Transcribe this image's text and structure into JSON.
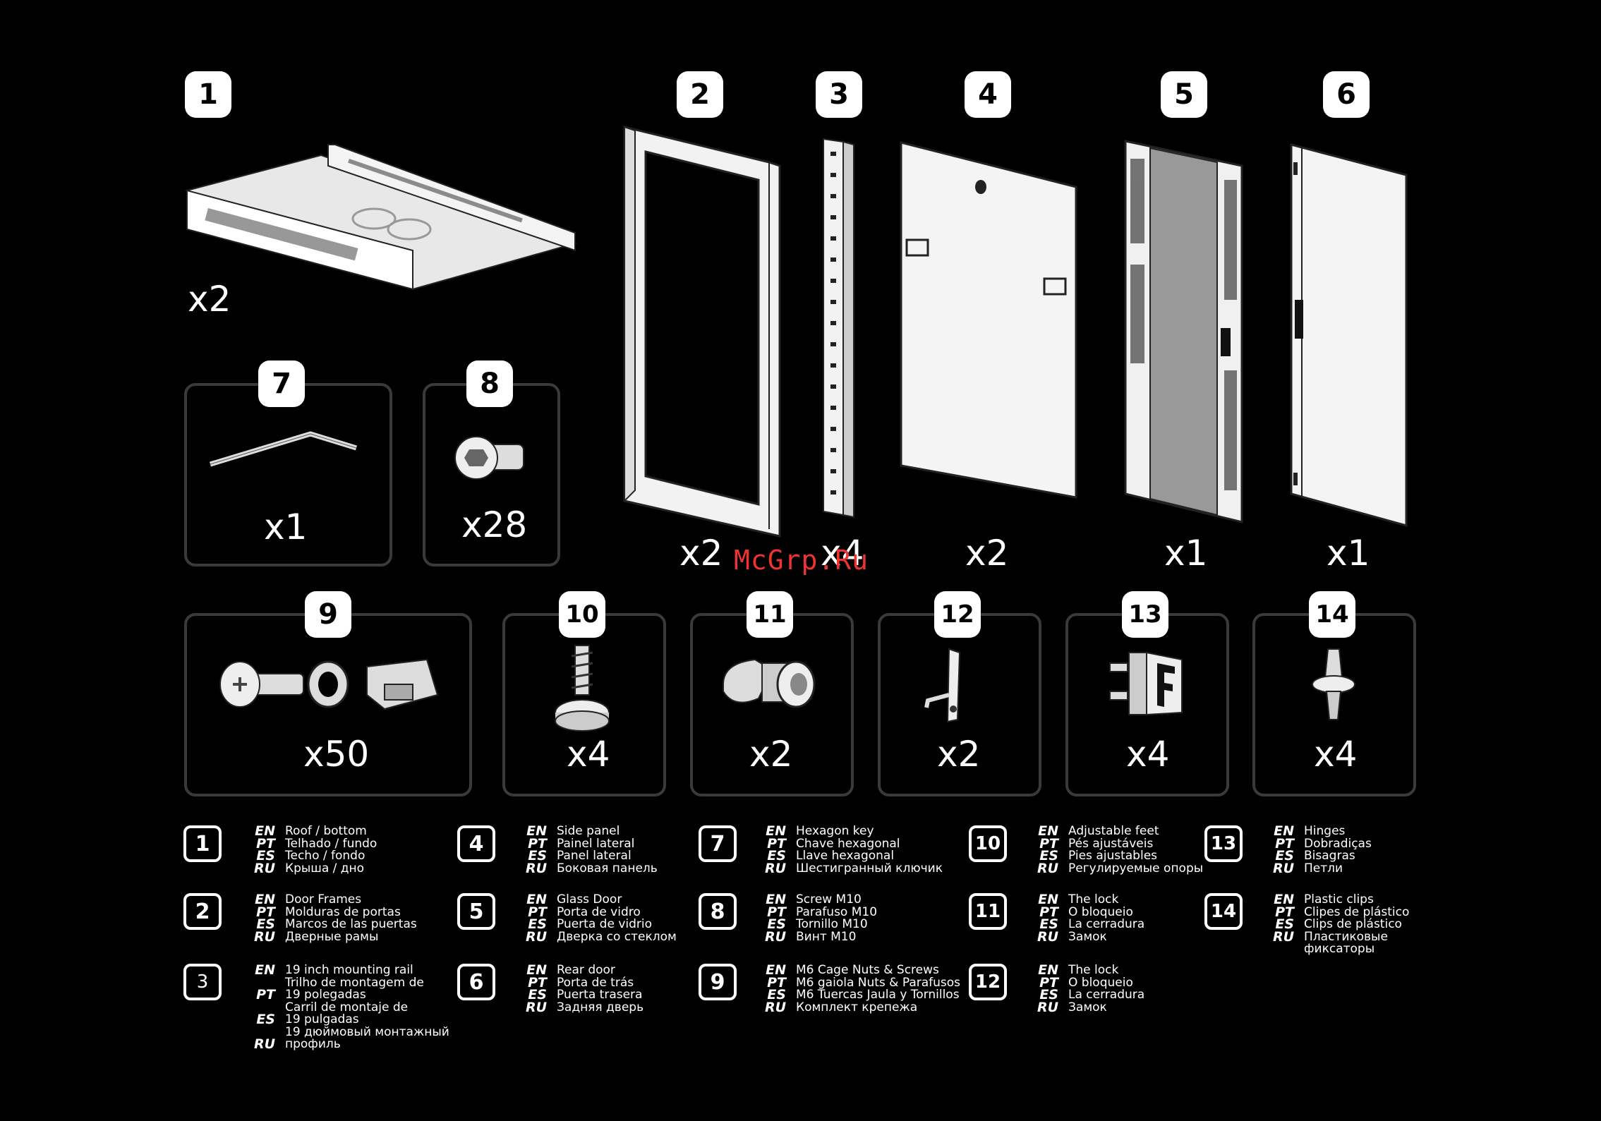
{
  "parts": [
    {
      "num": "1",
      "qty": "x2"
    },
    {
      "num": "2",
      "qty": "x2"
    },
    {
      "num": "3",
      "qty": "x4"
    },
    {
      "num": "4",
      "qty": "x2"
    },
    {
      "num": "5",
      "qty": "x1"
    },
    {
      "num": "6",
      "qty": "x1"
    },
    {
      "num": "7",
      "qty": "x1"
    },
    {
      "num": "8",
      "qty": "x28"
    },
    {
      "num": "9",
      "qty": "x50"
    },
    {
      "num": "10",
      "qty": "x4"
    },
    {
      "num": "11",
      "qty": "x2"
    },
    {
      "num": "12",
      "qty": "x2"
    },
    {
      "num": "13",
      "qty": "x4"
    },
    {
      "num": "14",
      "qty": "x4"
    }
  ],
  "watermark": "McGrp.Ru",
  "langs": {
    "en": "EN",
    "pt": "PT",
    "es": "ES",
    "ru": "RU"
  },
  "legend": [
    {
      "num": "1",
      "en": "Roof / bottom",
      "pt": "Telhado / fundo",
      "es": "Techo / fondo",
      "ru": "Крыша / дно"
    },
    {
      "num": "2",
      "en": "Door Frames",
      "pt": "Molduras de portas",
      "es": "Marcos de las puertas",
      "ru": "Дверные рамы"
    },
    {
      "num": "3",
      "en": "19 inch mounting rail",
      "pt": "Trilho de montagem de\n19 polegadas",
      "es": "Carril de montaje de\n19 pulgadas",
      "ru": "19 дюймовый монтажный\nпрофиль"
    },
    {
      "num": "4",
      "en": "Side panel",
      "pt": "Painel lateral",
      "es": "Panel lateral",
      "ru": "Боковая панель"
    },
    {
      "num": "5",
      "en": "Glass Door",
      "pt": "Porta de vidro",
      "es": "Puerta de vidrio",
      "ru": "Дверка со стеклом"
    },
    {
      "num": "6",
      "en": "Rear door",
      "pt": "Porta de trás",
      "es": "Puerta trasera",
      "ru": "Задняя дверь"
    },
    {
      "num": "7",
      "en": "Hexagon key",
      "pt": "Chave hexagonal",
      "es": "Llave hexagonal",
      "ru": "Шестигранный ключик"
    },
    {
      "num": "8",
      "en": "Screw M10",
      "pt": "Parafuso M10",
      "es": "Tornillo M10",
      "ru": "Винт M10"
    },
    {
      "num": "9",
      "en": "M6 Cage Nuts & Screws",
      "pt": "M6 gaiola Nuts & Parafusos",
      "es": "M6 Tuercas Jaula y Tornillos",
      "ru": "Комплект крепежа"
    },
    {
      "num": "10",
      "en": "Adjustable feet",
      "pt": "Pés ajustáveis",
      "es": "Pies ajustables",
      "ru": "Регулируемые опоры"
    },
    {
      "num": "11",
      "en": "The lock",
      "pt": "O bloqueio",
      "es": "La cerradura",
      "ru": "Замок"
    },
    {
      "num": "12",
      "en": "The lock",
      "pt": "O bloqueio",
      "es": "La cerradura",
      "ru": "Замок"
    },
    {
      "num": "13",
      "en": "Hinges",
      "pt": "Dobradiças",
      "es": "Bisagras",
      "ru": "Петли"
    },
    {
      "num": "14",
      "en": "Plastic clips",
      "pt": "Clipes de plástico",
      "es": "Clips de plástico",
      "ru": "Пластиковые\nфиксаторы"
    }
  ]
}
